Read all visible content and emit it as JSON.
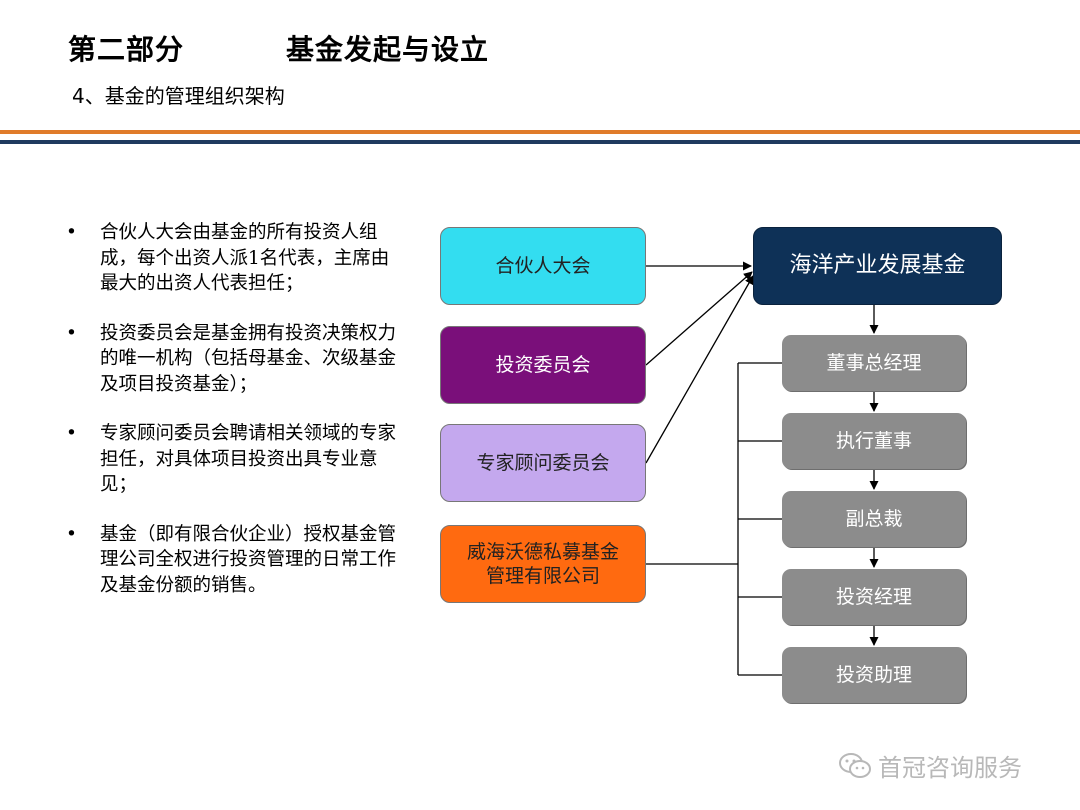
{
  "header": {
    "part": "第二部分",
    "title": "基金发起与设立",
    "subtitle": "4、基金的管理组织架构"
  },
  "bullets": [
    "合伙人大会由基金的所有投资人组成，每个出资人派1名代表，主席由最大的出资人代表担任；",
    "投资委员会是基金拥有投资决策权力的唯一机构（包括母基金、次级基金及项目投资基金）；",
    "专家顾问委员会聘请相关领域的专家担任，对具体项目投资出具专业意见；",
    "基金（即有限合伙企业）授权基金管理公司全权进行投资管理的日常工作及基金份额的销售。"
  ],
  "diagram": {
    "left_boxes": [
      {
        "label": "合伙人大会",
        "color": "#33ddf0"
      },
      {
        "label": "投资委员会",
        "color": "#7a0f7a"
      },
      {
        "label": "专家顾问委员会",
        "color": "#c4a8ee"
      },
      {
        "label": "威海沃德私募基金管理有限公司",
        "color": "#ff6a10"
      }
    ],
    "top_box": {
      "label": "海洋产业发展基金",
      "color": "#0e3157"
    },
    "chain": [
      {
        "label": "董事总经理"
      },
      {
        "label": "执行董事"
      },
      {
        "label": "副总裁"
      },
      {
        "label": "投资经理"
      },
      {
        "label": "投资助理"
      }
    ],
    "chain_color": "#8c8c8c"
  },
  "watermark": {
    "text": "首冠咨询服务",
    "icon": "wechat-icon"
  }
}
